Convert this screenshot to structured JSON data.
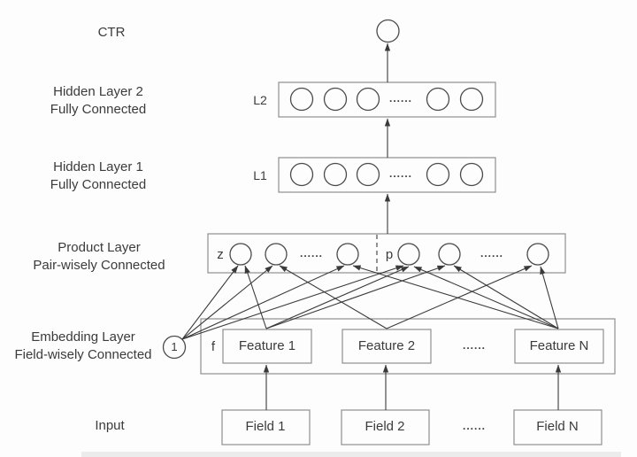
{
  "diagram": {
    "output_label": "CTR",
    "dots": "......",
    "layers": {
      "hidden2": {
        "tag": "L2",
        "label_line1": "Hidden Layer 2",
        "label_line2": "Fully Connected"
      },
      "hidden1": {
        "tag": "L1",
        "label_line1": "Hidden Layer 1",
        "label_line2": "Fully Connected"
      },
      "product": {
        "label_line1": "Product Layer",
        "label_line2": "Pair-wisely Connected",
        "z_label": "z",
        "p_label": "p"
      },
      "embedding": {
        "label_line1": "Embedding Layer",
        "label_line2": "Field-wisely Connected",
        "f_label": "f",
        "one_label": "1",
        "features": [
          "Feature 1",
          "Feature 2",
          "Feature N"
        ]
      },
      "input": {
        "label": "Input",
        "fields": [
          "Field 1",
          "Field 2",
          "Field N"
        ]
      }
    },
    "colors": {
      "line": "#3a3a3a",
      "box_border": "#8f8f8f",
      "node_border": "#4a4a4a",
      "text": "#3b3b3b",
      "background": "#fdfdfd"
    }
  }
}
